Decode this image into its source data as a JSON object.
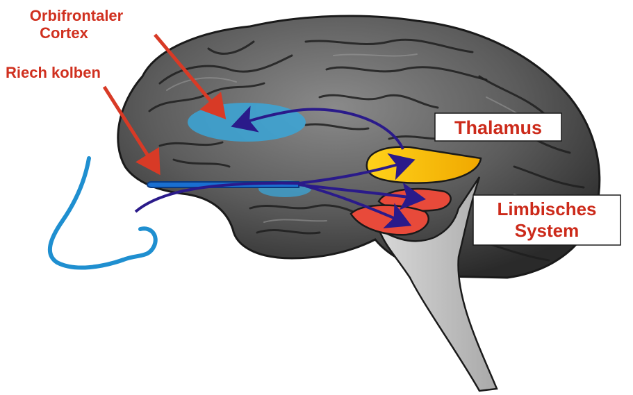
{
  "labels": {
    "orbitofrontal_line1": "Orbifrontaler",
    "orbitofrontal_line2": "Cortex",
    "olfactory_bulb": "Riech kolben",
    "thalamus": "Thalamus",
    "limbic_line1": "Limbisches",
    "limbic_line2": "System"
  },
  "colors": {
    "label_text": "#d0301f",
    "pointer_arrow": "#d83a26",
    "pathway_arrow": "#2a1a8a",
    "nose_outline": "#1f8fd0",
    "orbitofrontal_region": "#3aa6d8",
    "olfactory_bulb": "#1a6fd0",
    "thalamus": "#f5b800",
    "limbic_system": "#e84a3a",
    "brainstem": "#c8c8c8",
    "brain": "#5a5a5a"
  },
  "icons": [
    "nose-outline",
    "brain-illustration"
  ]
}
